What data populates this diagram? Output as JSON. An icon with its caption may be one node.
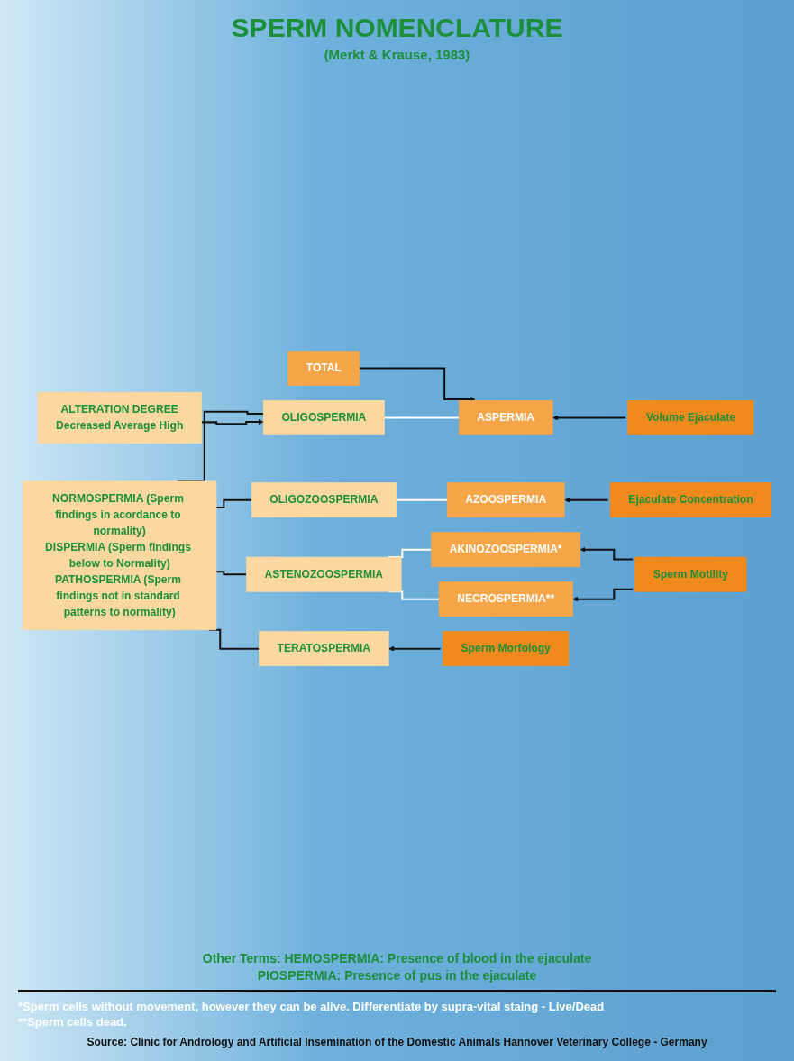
{
  "diagram": {
    "title": "SPERM NOMENCLATURE",
    "nodes": [
      {
        "text": [
          "NORMOSPERMIA (Sperm findings in acordance to normality)",
          "DISPERMIA (Sperm findings below to Normality)",
          "PATHOSPERMIA (Sperm findings not in standard patterns to normality)"
        ]
      },
      {
        "text": [
          "ALTERATION DEGREE",
          "Decreased Average High"
        ]
      },
      {
        "text": [
          "OLIGOSPERMIA"
        ]
      },
      {
        "text": [
          "OLIGOZOOSPERMIA"
        ]
      },
      {
        "text": [
          "ASTENOZOOSPERMIA"
        ]
      },
      {
        "text": [
          "TERATOSPERMIA"
        ]
      },
      {
        "text": [
          "TOTAL"
        ]
      },
      {
        "text": [
          "ASPERMIA"
        ]
      },
      {
        "text": [
          "AZOOSPERMIA"
        ]
      },
      {
        "text": [
          "AKINOZOOSPERMIA*"
        ]
      },
      {
        "text": [
          "NECROSPERMIA**"
        ]
      },
      {
        "text": [
          "Volume Ejaculate"
        ]
      },
      {
        "text": [
          "Ejaculate Concentration"
        ]
      },
      {
        "text": [
          "Sperm Motility"
        ]
      },
      {
        "text": [
          "Sperm Morfology"
        ]
      }
    ],
    "edges": [
      {
        "from": 0,
        "to": 2,
        "arrow": "none"
      },
      {
        "from": 0,
        "to": 3,
        "arrow": "none"
      },
      {
        "from": 0,
        "to": 4,
        "arrow": "none"
      },
      {
        "from": 0,
        "to": 5,
        "arrow": "none"
      },
      {
        "from": 1,
        "to": 2,
        "arrow": "to"
      },
      {
        "from": 6,
        "to": 7,
        "arrow": "to"
      },
      {
        "from": 2,
        "to": 7,
        "arrow": "none",
        "color": "#ffffff"
      },
      {
        "from": 3,
        "to": 8,
        "arrow": "none",
        "color": "#ffffff"
      },
      {
        "from": 4,
        "to": 9,
        "arrow": "none",
        "color": "#ffffff"
      },
      {
        "from": 4,
        "to": 10,
        "arrow": "none",
        "color": "#ffffff"
      },
      {
        "from": 11,
        "to": 7,
        "arrow": "to"
      },
      {
        "from": 12,
        "to": 8,
        "arrow": "to"
      },
      {
        "from": 13,
        "to": 9,
        "arrow": "to"
      },
      {
        "from": 13,
        "to": 10,
        "arrow": "to"
      },
      {
        "from": 14,
        "to": 5,
        "arrow": "to"
      }
    ],
    "labels": [
      "(Merkt & Krause, 1983)",
      "Other Terms: HEMOSPERMIA: Presence of blood in the ejaculate",
      "PIOSPERMIA: Presence of pus in the ejaculate",
      "*Sperm cells without movement, however they can be alive. Differentiate by supra-vital staing - Live/Dead",
      "**Sperm cells dead.",
      "Source: Clinic for Andrology and Artificial Insemination of the Domestic Animals Hannover Veterinary College - Germany"
    ]
  }
}
